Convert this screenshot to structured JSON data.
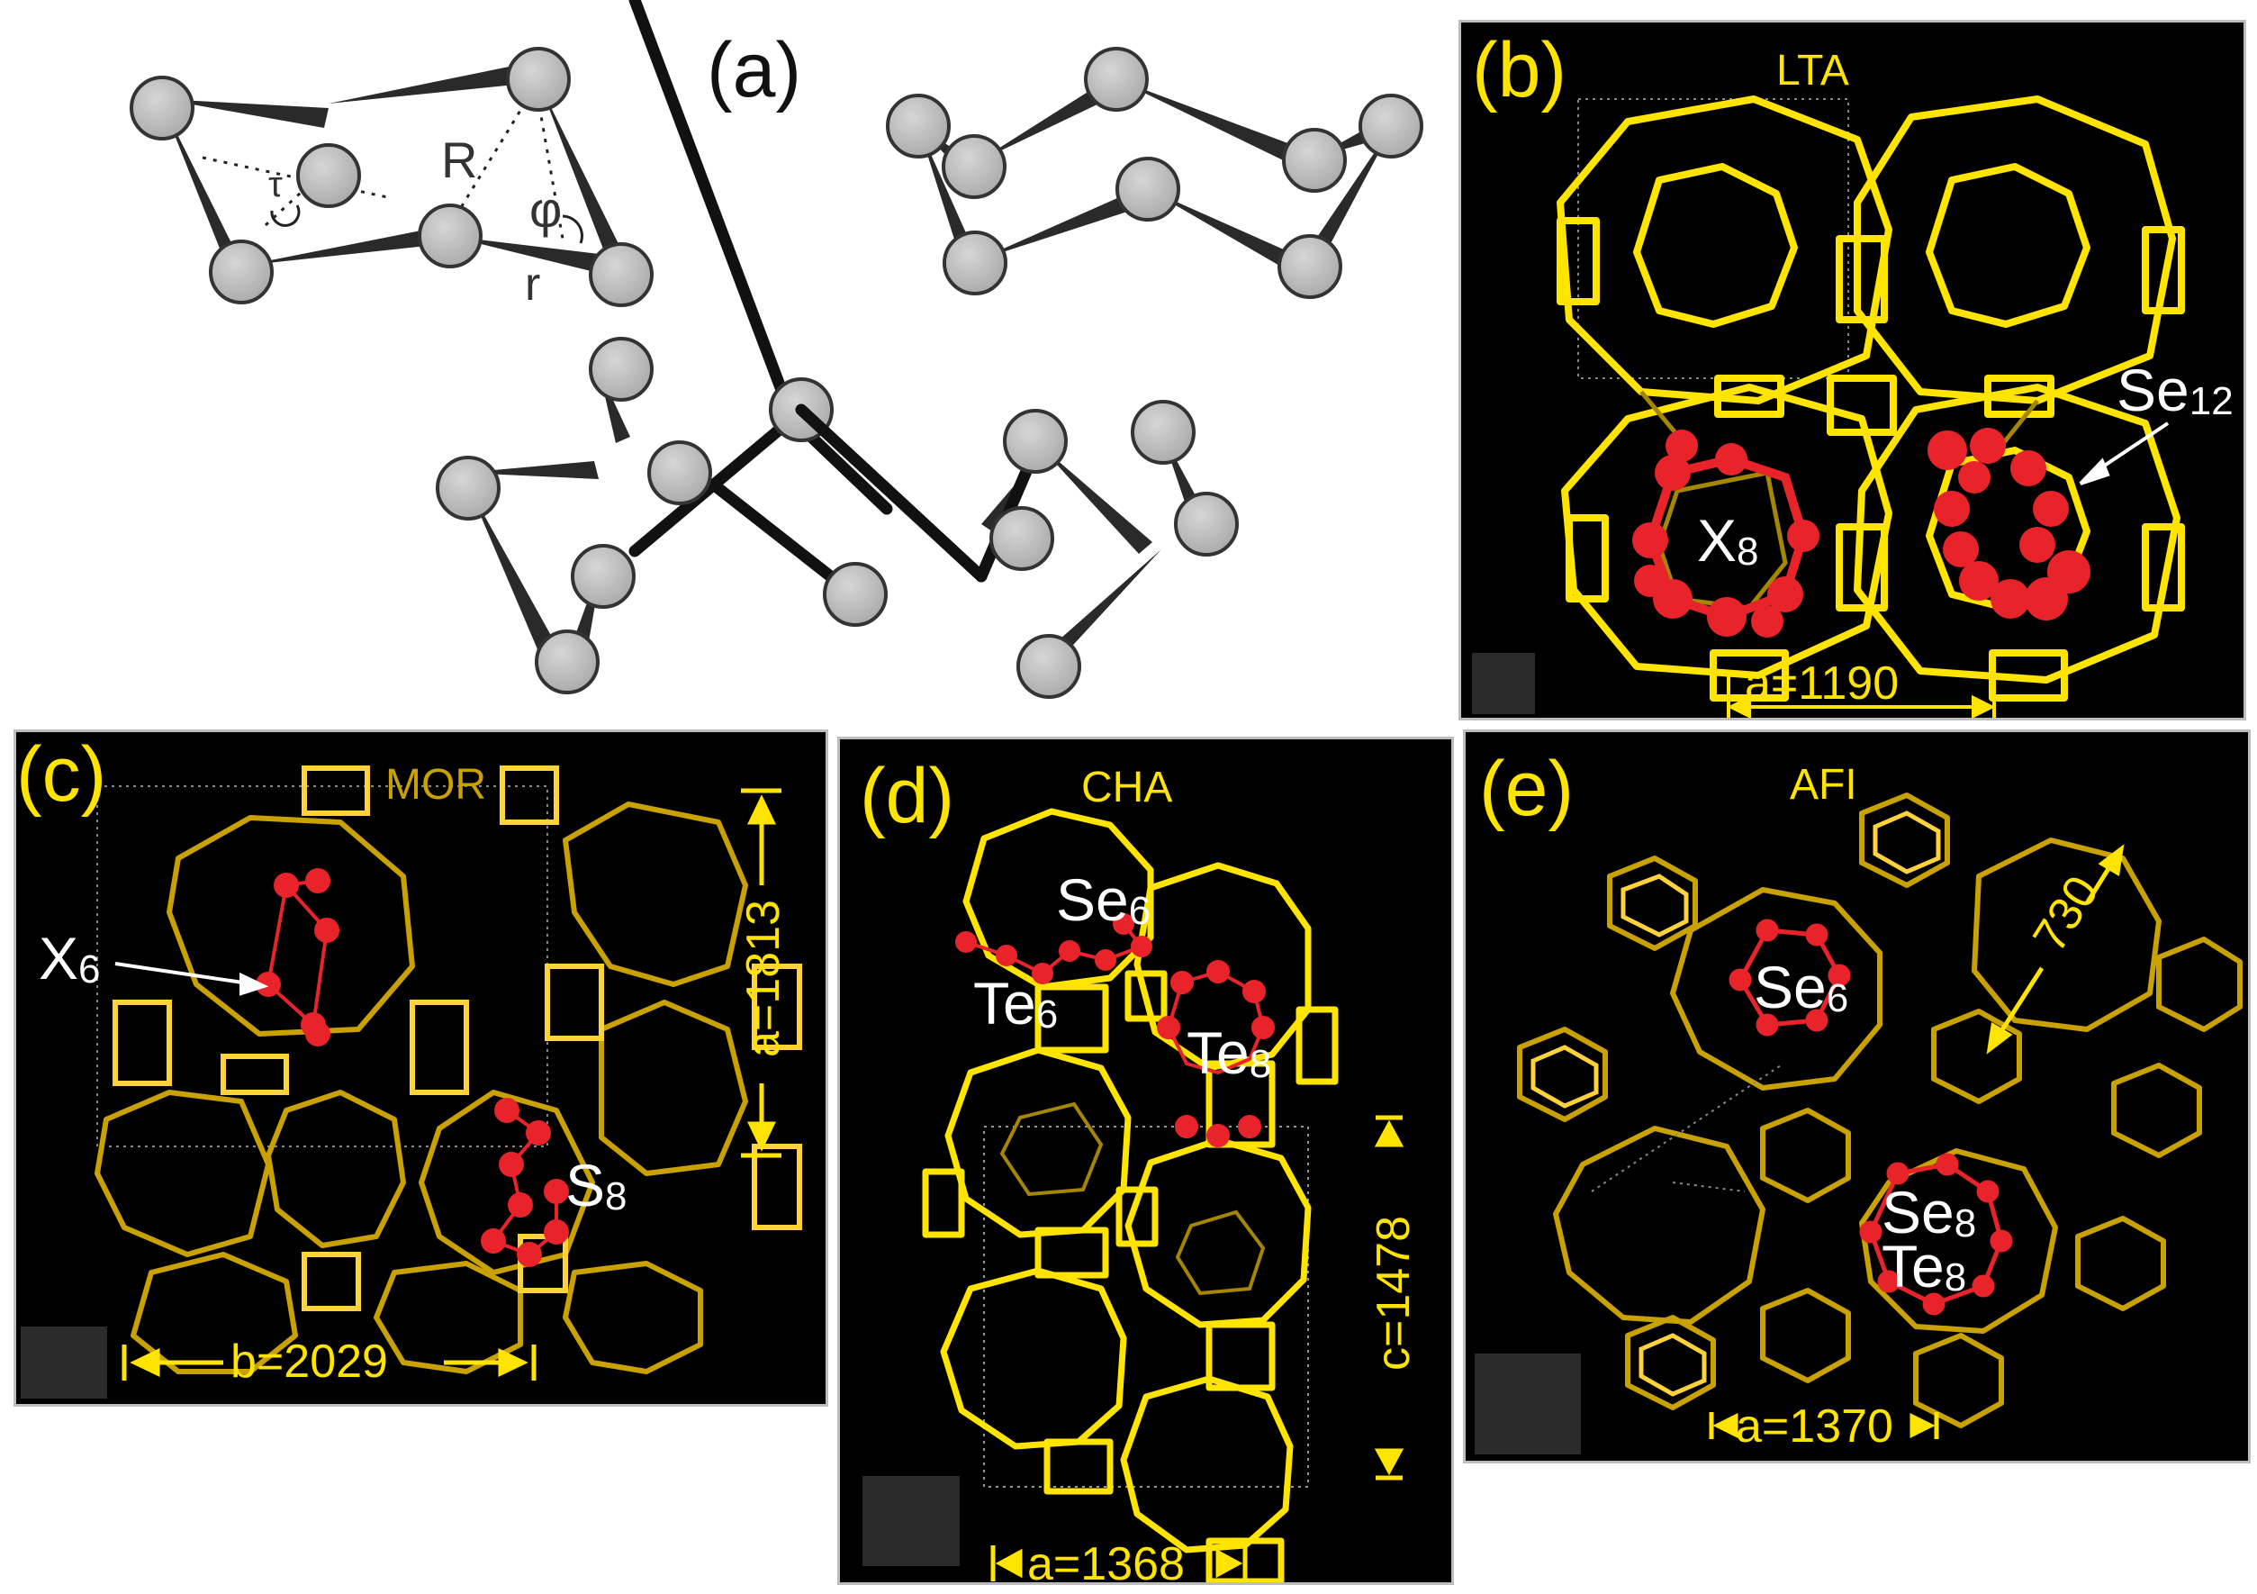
{
  "colors": {
    "framework": "#ffe400",
    "framework_dim": "#c9a100",
    "chalcogen": "#e8232a",
    "atom": "#b3b3b3",
    "background": "#000000"
  },
  "panel_a": {
    "label": "(a)",
    "symbols": {
      "tau": "τ",
      "R": "R",
      "phi": "φ",
      "r": "r"
    }
  },
  "panel_b": {
    "label": "(b)",
    "framework": "LTA",
    "mol1": {
      "base": "X",
      "sub": "8"
    },
    "mol2": {
      "base": "Se",
      "sub": "12"
    },
    "dim": "a=1190"
  },
  "panel_c": {
    "label": "(c)",
    "framework": "MOR",
    "mol1": {
      "base": "X",
      "sub": "6"
    },
    "mol2": {
      "base": "S",
      "sub": "8"
    },
    "dim_v": "a=1813",
    "dim_h": "b=2029"
  },
  "panel_d": {
    "label": "(d)",
    "framework": "CHA",
    "mol1": {
      "base": "Se",
      "sub": "6"
    },
    "mol2": {
      "base": "Te",
      "sub": "6"
    },
    "mol3": {
      "base": "Te",
      "sub": "8"
    },
    "dim_v": "c=1478",
    "dim_h": "a=1368"
  },
  "panel_e": {
    "label": "(e)",
    "framework": "AFI",
    "mol1": {
      "base": "Se",
      "sub": "6"
    },
    "mol2": {
      "base": "Se",
      "sub": "8"
    },
    "mol3": {
      "base": "Te",
      "sub": "8"
    },
    "dim_d": "730",
    "dim_h": "a=1370"
  }
}
